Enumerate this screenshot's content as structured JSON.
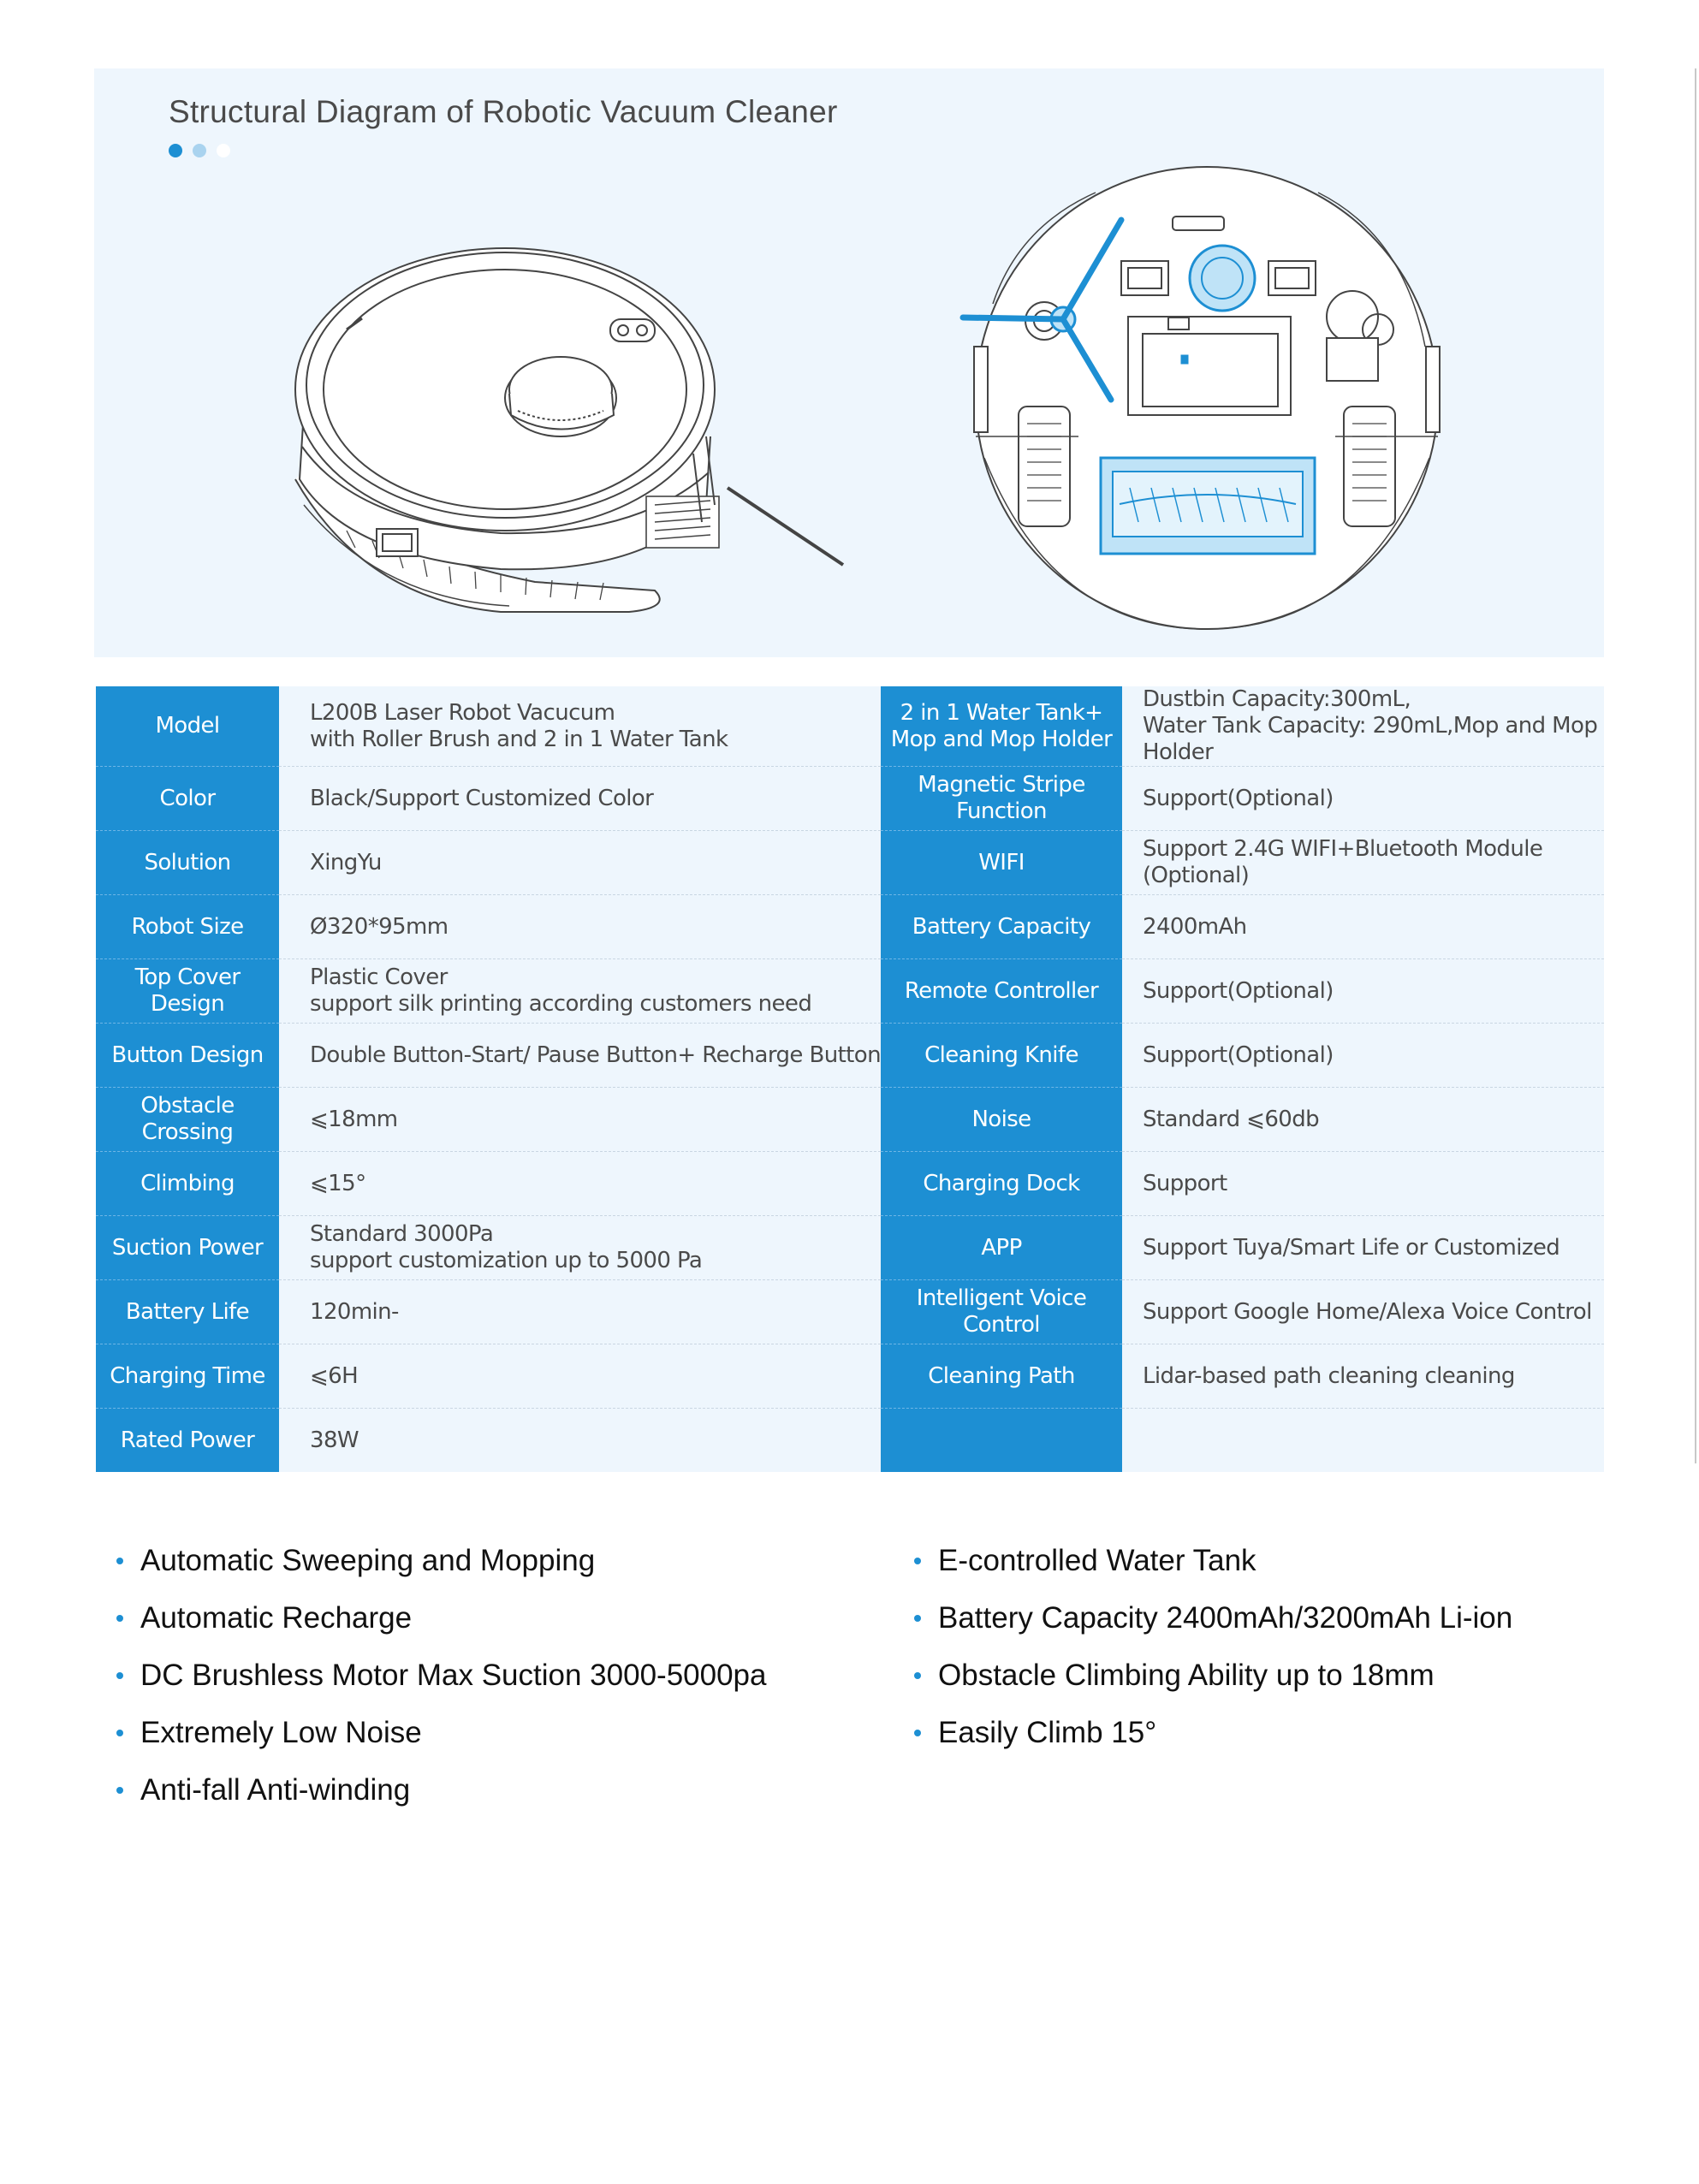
{
  "header": {
    "title": "Structural Diagram of Robotic Vacuum Cleaner"
  },
  "pagination": {
    "dots": [
      "#1d8fd3",
      "#a9d3ef",
      "#ffffff"
    ],
    "active": 1
  },
  "colors": {
    "accent": "#1d8fd3",
    "panel": "#eef6fd",
    "text": "#4a4a4a"
  },
  "specs": [
    {
      "l1": "Model",
      "v1": "L200B Laser Robot Vacucum\nwith Roller Brush and 2 in 1 Water Tank",
      "l2": "2 in 1 Water Tank+\nMop and Mop Holder",
      "v2": "Dustbin Capacity:300mL,\nWater Tank Capacity: 290mL,Mop and Mop Holder"
    },
    {
      "l1": "Color",
      "v1": "Black/Support Customized Color",
      "l2": "Magnetic Stripe Function",
      "v2": "Support(Optional)"
    },
    {
      "l1": "Solution",
      "v1": "XingYu",
      "l2": "WIFI",
      "v2": "Support 2.4G WIFI+Bluetooth Module (Optional)"
    },
    {
      "l1": "Robot Size",
      "v1": "Ø320*95mm",
      "l2": "Battery Capacity",
      "v2": "2400mAh"
    },
    {
      "l1": "Top Cover Design",
      "v1": "Plastic Cover\nsupport silk printing according customers need",
      "l2": "Remote Controller",
      "v2": "Support(Optional)"
    },
    {
      "l1": "Button Design",
      "v1": "Double Button-Start/ Pause Button+ Recharge Button",
      "l2": "Cleaning Knife",
      "v2": "Support(Optional)"
    },
    {
      "l1": "Obstacle Crossing",
      "v1": "⩽18mm",
      "l2": "Noise",
      "v2": "Standard ⩽60db"
    },
    {
      "l1": "Climbing",
      "v1": "⩽15°",
      "l2": "Charging Dock",
      "v2": "Support"
    },
    {
      "l1": "Suction Power",
      "v1": "Standard 3000Pa\nsupport customization up to 5000 Pa",
      "l2": "APP",
      "v2": "Support Tuya/Smart Life or Customized"
    },
    {
      "l1": "Battery Life",
      "v1": "120min-",
      "l2": "Intelligent Voice Control",
      "v2": "Support Google Home/Alexa Voice Control"
    },
    {
      "l1": "Charging Time",
      "v1": "⩽6H",
      "l2": "Cleaning Path",
      "v2": "Lidar-based path cleaning cleaning"
    },
    {
      "l1": "Rated Power",
      "v1": "38W",
      "l2": "",
      "v2": ""
    }
  ],
  "features_left": [
    "Automatic Sweeping and Mopping",
    "Automatic Recharge",
    "DC Brushless Motor Max Suction 3000-5000pa",
    "Extremely Low Noise",
    "Anti-fall Anti-winding"
  ],
  "features_right": [
    "E-controlled Water Tank",
    "Battery Capacity 2400mAh/3200mAh Li-ion",
    "Obstacle Climbing Ability up to 18mm",
    "Easily Climb 15°"
  ]
}
